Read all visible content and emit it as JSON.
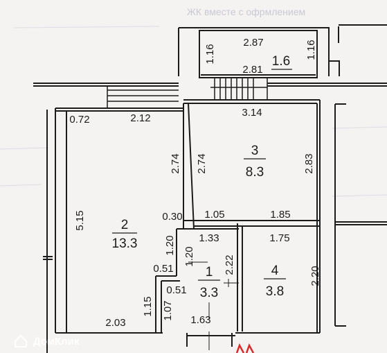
{
  "background_text": [
    "ЖК вместе с офрмлением"
  ],
  "rooms": [
    {
      "id": "1",
      "area": "3.3"
    },
    {
      "id": "2",
      "area": "13.3"
    },
    {
      "id": "3",
      "area": "8.3"
    },
    {
      "id": "4",
      "area": "3.8"
    },
    {
      "id": "1.6",
      "area": ""
    }
  ],
  "dims": {
    "balcony_top": "2.87",
    "balcony_left": "1.16",
    "balcony_right": "1.16",
    "balcony_inner": "2.81",
    "top_left_corner": "0.72",
    "top_room2": "2.12",
    "top_room3": "3.14",
    "room2_left": "5.15",
    "room2_right_a": "2.74",
    "room3_left": "2.74",
    "room3_right": "2.83",
    "wall_030": "0.30",
    "seg_105": "1.05",
    "seg_185": "1.85",
    "hall_120_a": "1.20",
    "hall_133": "1.33",
    "bath_175": "1.75",
    "hall_120_b": "1.20",
    "hall_222": "2.22",
    "hall_051_a": "0.51",
    "hall_051_b": "0.51",
    "bath_220": "2.20",
    "room2_bottom": "2.03",
    "seg_115": "1.15",
    "seg_107": "1.07",
    "hall_bottom": "1.63"
  },
  "watermark": "ДомКлик",
  "colors": {
    "ink": "#1b1b1b",
    "paper": "#f4f3f1",
    "accent": "#d92b2b"
  }
}
